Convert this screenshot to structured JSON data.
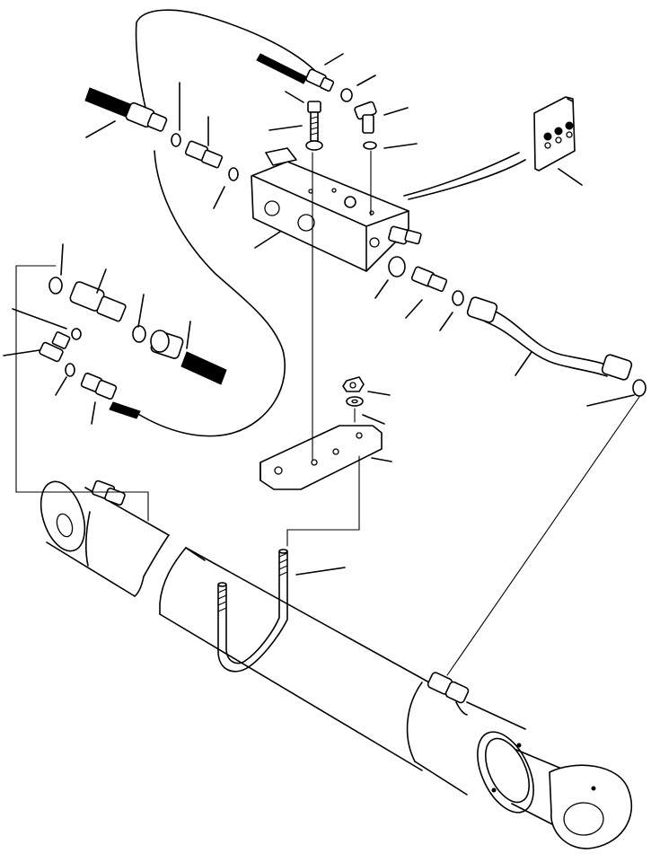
{
  "figure": {
    "kind": "exploded-parts-diagram",
    "text_labels": [],
    "callout_leader_count": 34,
    "colors": {
      "line": "#000000",
      "background": "#ffffff"
    },
    "components": [
      "hydraulic-cylinder",
      "cylinder-cap-elbow-fitting",
      "cylinder-rod-end-elbow-fitting",
      "u-bolt",
      "mounting-plate",
      "valve-block",
      "decal",
      "hydraulic-hose-upper",
      "hydraulic-hose-left",
      "hydraulic-hose-lower-left",
      "steel-tube",
      "bolt",
      "nut",
      "washer",
      "o-ring",
      "adapter-fitting",
      "elbow-fitting",
      "check-valve-fitting",
      "hose-end-coupling"
    ]
  }
}
